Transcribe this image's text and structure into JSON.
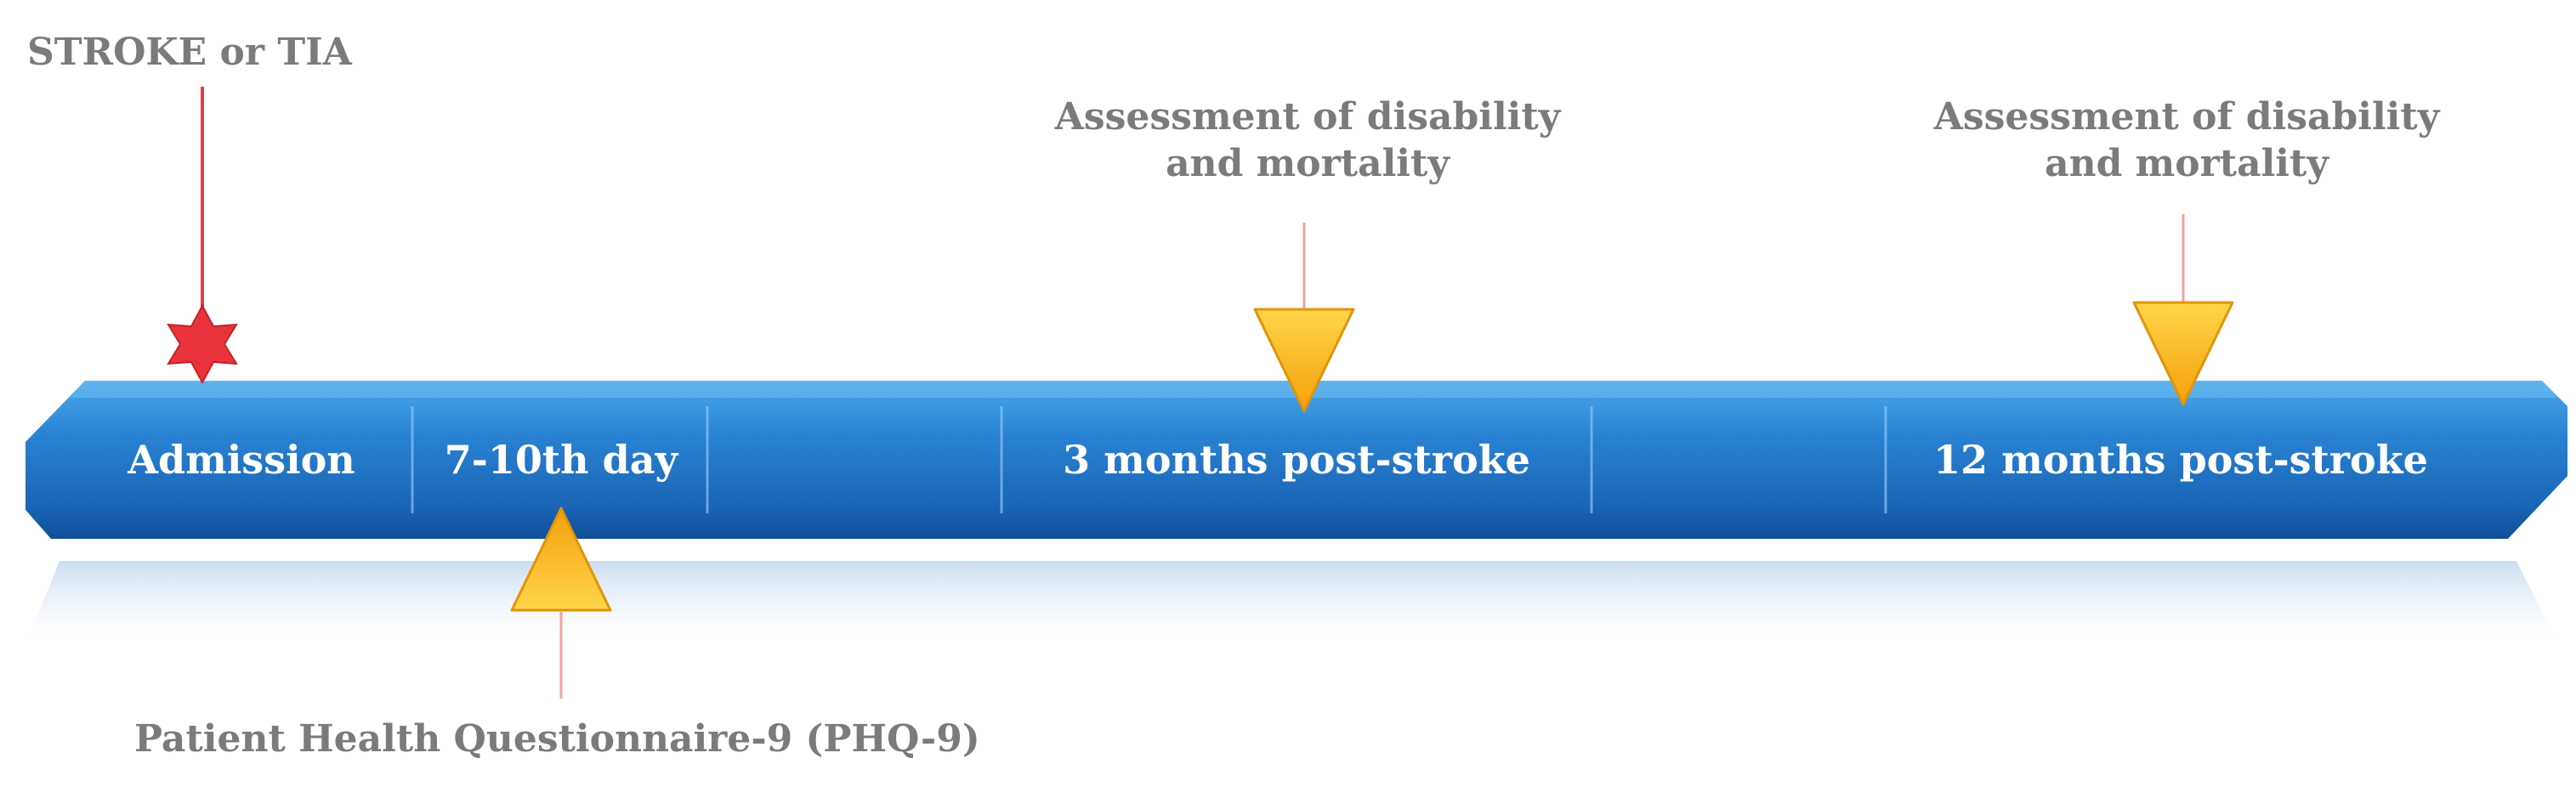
{
  "timeline": {
    "colors": {
      "bar_top": "#3a9ae0",
      "bar_mid": "#1f74c9",
      "bar_bottom": "#0d4f9a",
      "marker_orange": "#f7b515",
      "marker_edge": "#e0940a",
      "star_red": "#e8343a",
      "line_red": "#d9424a",
      "line_pink": "#f0a49c",
      "label_gray": "#7b7b7b"
    },
    "segments": [
      {
        "label": "Admission"
      },
      {
        "label": "7-10th day"
      },
      {
        "label": ""
      },
      {
        "label": "3 months post-stroke"
      },
      {
        "label": ""
      },
      {
        "label": "12 months post-stroke"
      }
    ],
    "top_event": {
      "label": "STROKE or TIA",
      "icon": "star-burst-icon"
    },
    "assessments": [
      {
        "line1": "Assessment of disability",
        "line2": "and mortality"
      },
      {
        "line1": "Assessment of disability",
        "line2": "and mortality"
      }
    ],
    "bottom_event": {
      "label": "Patient Health Questionnaire-9 (PHQ-9)"
    }
  }
}
